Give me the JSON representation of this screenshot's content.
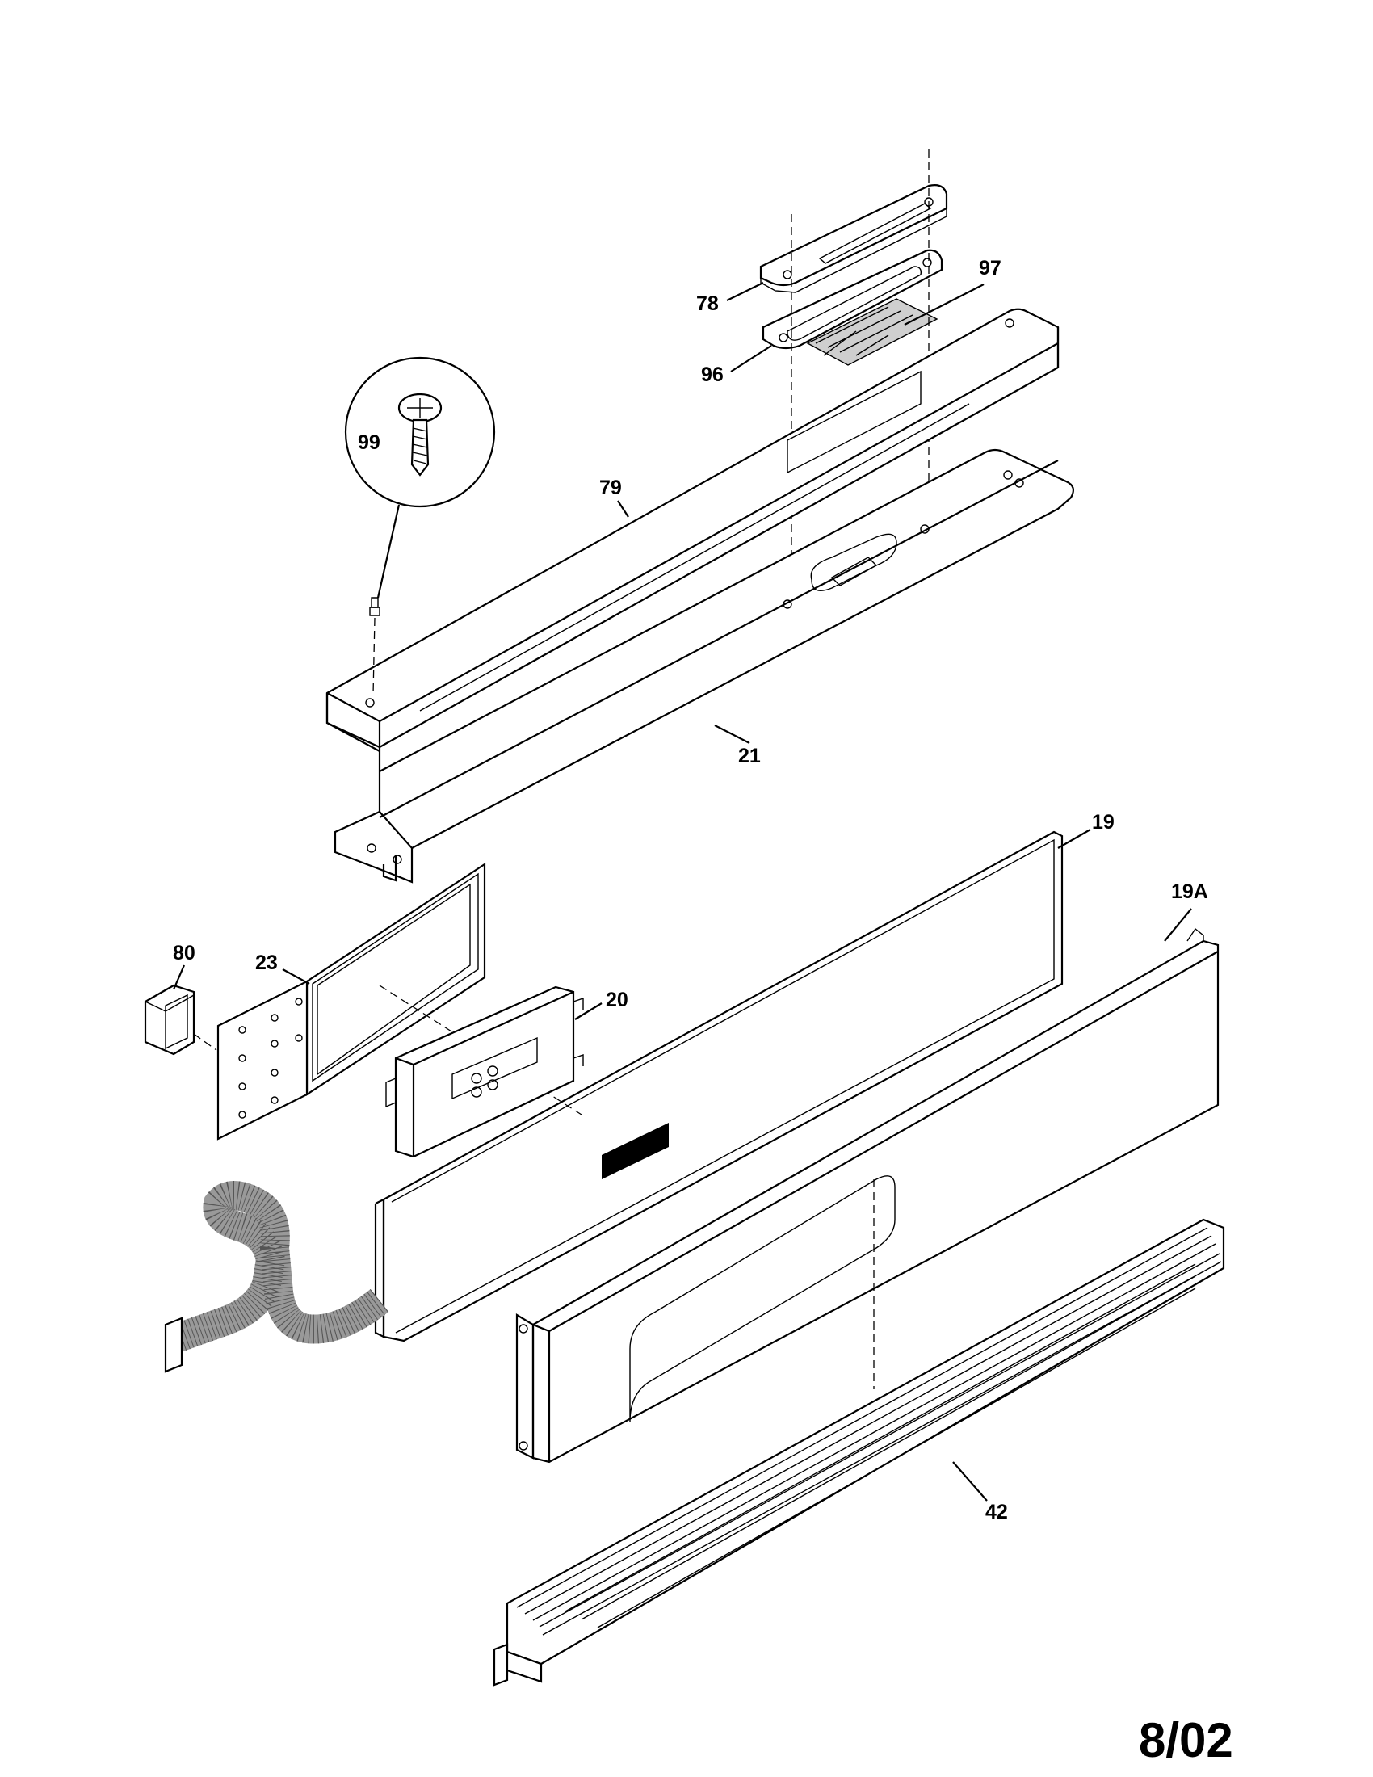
{
  "parts": [
    {
      "id": "78",
      "label": "78"
    },
    {
      "id": "97",
      "label": "97"
    },
    {
      "id": "96",
      "label": "96"
    },
    {
      "id": "99",
      "label": "99"
    },
    {
      "id": "79",
      "label": "79"
    },
    {
      "id": "21",
      "label": "21"
    },
    {
      "id": "19",
      "label": "19"
    },
    {
      "id": "19A",
      "label": "19A"
    },
    {
      "id": "80",
      "label": "80"
    },
    {
      "id": "23",
      "label": "23"
    },
    {
      "id": "20",
      "label": "20"
    },
    {
      "id": "42",
      "label": "42"
    }
  ],
  "revision_date": "8/02",
  "colors": {
    "ink": "#000000",
    "paper": "#ffffff"
  }
}
